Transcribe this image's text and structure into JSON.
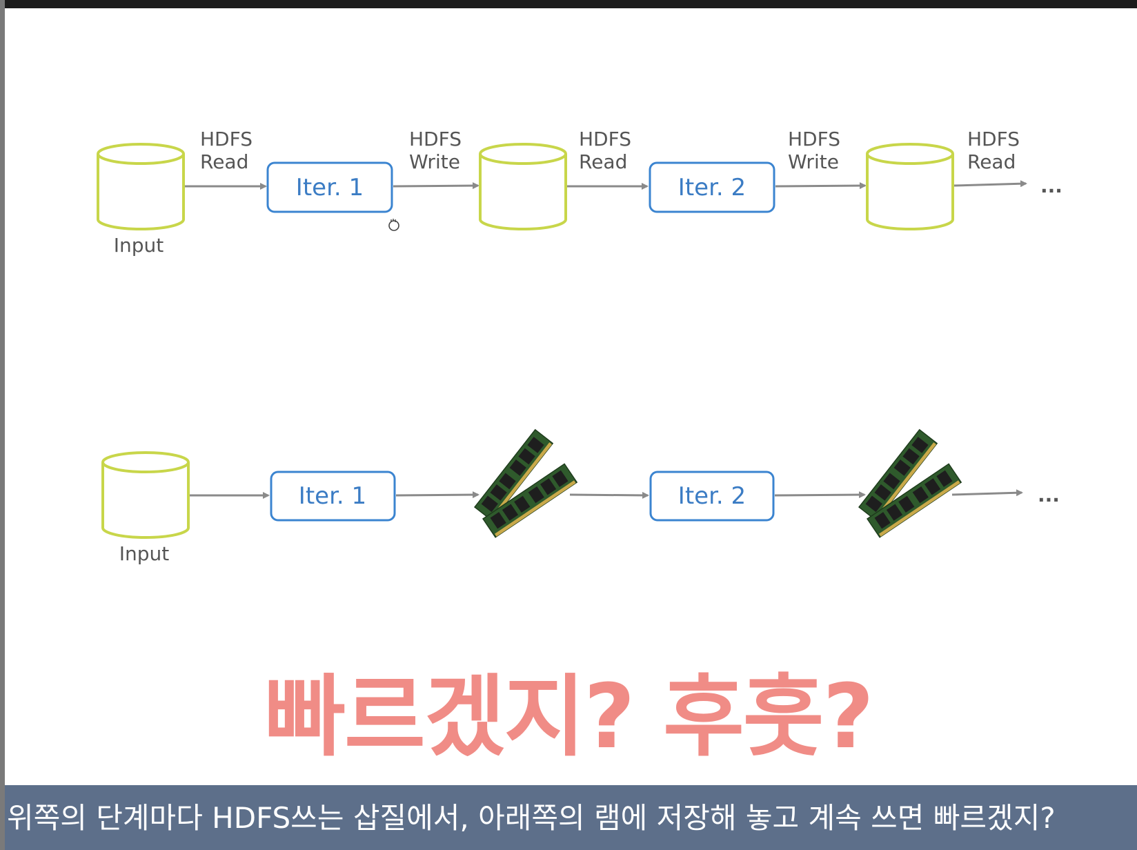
{
  "diagram_top": {
    "input_label": "Input",
    "iter1_label": "Iter. 1",
    "iter2_label": "Iter. 2",
    "edge1_line1": "HDFS",
    "edge1_line2": "Read",
    "edge2_line1": "HDFS",
    "edge2_line2": "Write",
    "edge3_line1": "HDFS",
    "edge3_line2": "Read",
    "edge4_line1": "HDFS",
    "edge4_line2": "Write",
    "edge5_line1": "HDFS",
    "edge5_line2": "Read",
    "ellipsis": "..."
  },
  "diagram_bottom": {
    "input_label": "Input",
    "iter1_label": "Iter. 1",
    "iter2_label": "Iter. 2",
    "ellipsis": "..."
  },
  "headline": "빠르겠지? 후훗?",
  "caption": "위쪽의 단계마다 HDFS쓰는 삽질에서, 아래쪽의 램에 저장해 놓고 계속 쓰면 빠르겠지?",
  "colors": {
    "cylinder_stroke": "#c8d64a",
    "iter_box_stroke": "#3b84d0",
    "iter_text": "#3b7cc4",
    "headline": "#f08c86",
    "caption_bar": "#5d6f8a"
  },
  "icons": [
    "hand-cursor-icon",
    "ram-stick-icon"
  ]
}
